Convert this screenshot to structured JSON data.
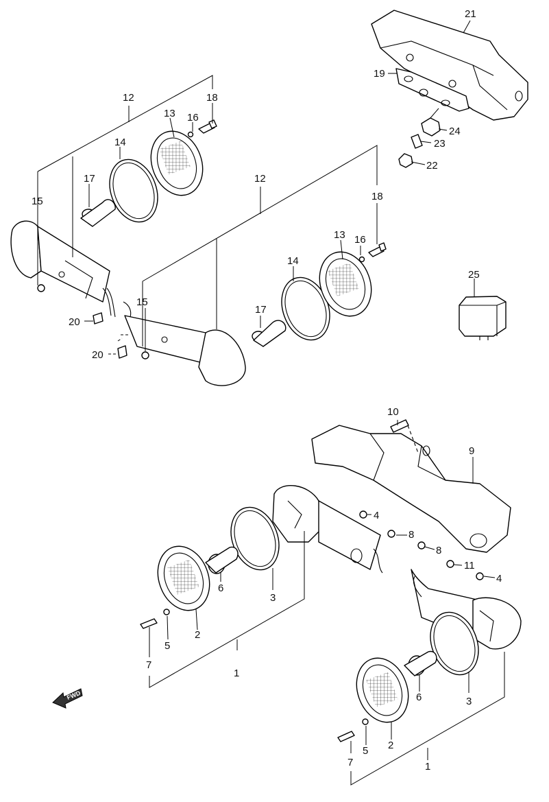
{
  "callouts": {
    "c1a": "1",
    "c1b": "1",
    "c2a": "2",
    "c2b": "2",
    "c3a": "3",
    "c3b": "3",
    "c4a": "4",
    "c4b": "4",
    "c5a": "5",
    "c5b": "5",
    "c6a": "6",
    "c6b": "6",
    "c7a": "7",
    "c7b": "7",
    "c8a": "8",
    "c8b": "8",
    "c9": "9",
    "c10": "10",
    "c11": "11",
    "c12a": "12",
    "c12b": "12",
    "c13a": "13",
    "c13b": "13",
    "c14a": "14",
    "c14b": "14",
    "c15a": "15",
    "c15b": "15",
    "c16a": "16",
    "c16b": "16",
    "c17a": "17",
    "c17b": "17",
    "c18a": "18",
    "c18b": "18",
    "c19": "19",
    "c20a": "20",
    "c20b": "20",
    "c21": "21",
    "c22": "22",
    "c23": "23",
    "c24": "24",
    "c25": "25"
  },
  "fwd_label": "FWD"
}
